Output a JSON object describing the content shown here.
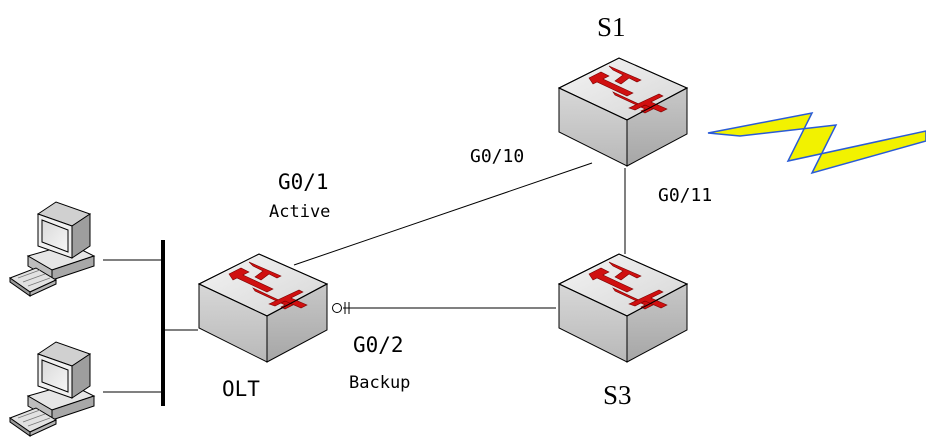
{
  "devices": {
    "s1": {
      "label": "S1"
    },
    "s3": {
      "label": "S3"
    },
    "olt": {
      "label": "OLT"
    }
  },
  "ports": {
    "olt_g01": {
      "name": "G0/1",
      "role": "Active"
    },
    "olt_g02": {
      "name": "G0/2",
      "role": "Backup"
    },
    "s1_g010": {
      "name": "G0/10"
    },
    "s1_g011": {
      "name": "G0/11"
    }
  },
  "icons": {
    "switch": "switch-icon",
    "computer": "computer-icon",
    "uplink": "lightning-link-icon",
    "blocked_port": "blocked-port-icon"
  },
  "colors": {
    "switch_top": "#e2e2e2",
    "switch_side": "#cfcfcf",
    "switch_arrow": "#d01010",
    "lightning_fill": "#f2f200",
    "lightning_stroke": "#2a5bd6",
    "line": "#000000"
  }
}
